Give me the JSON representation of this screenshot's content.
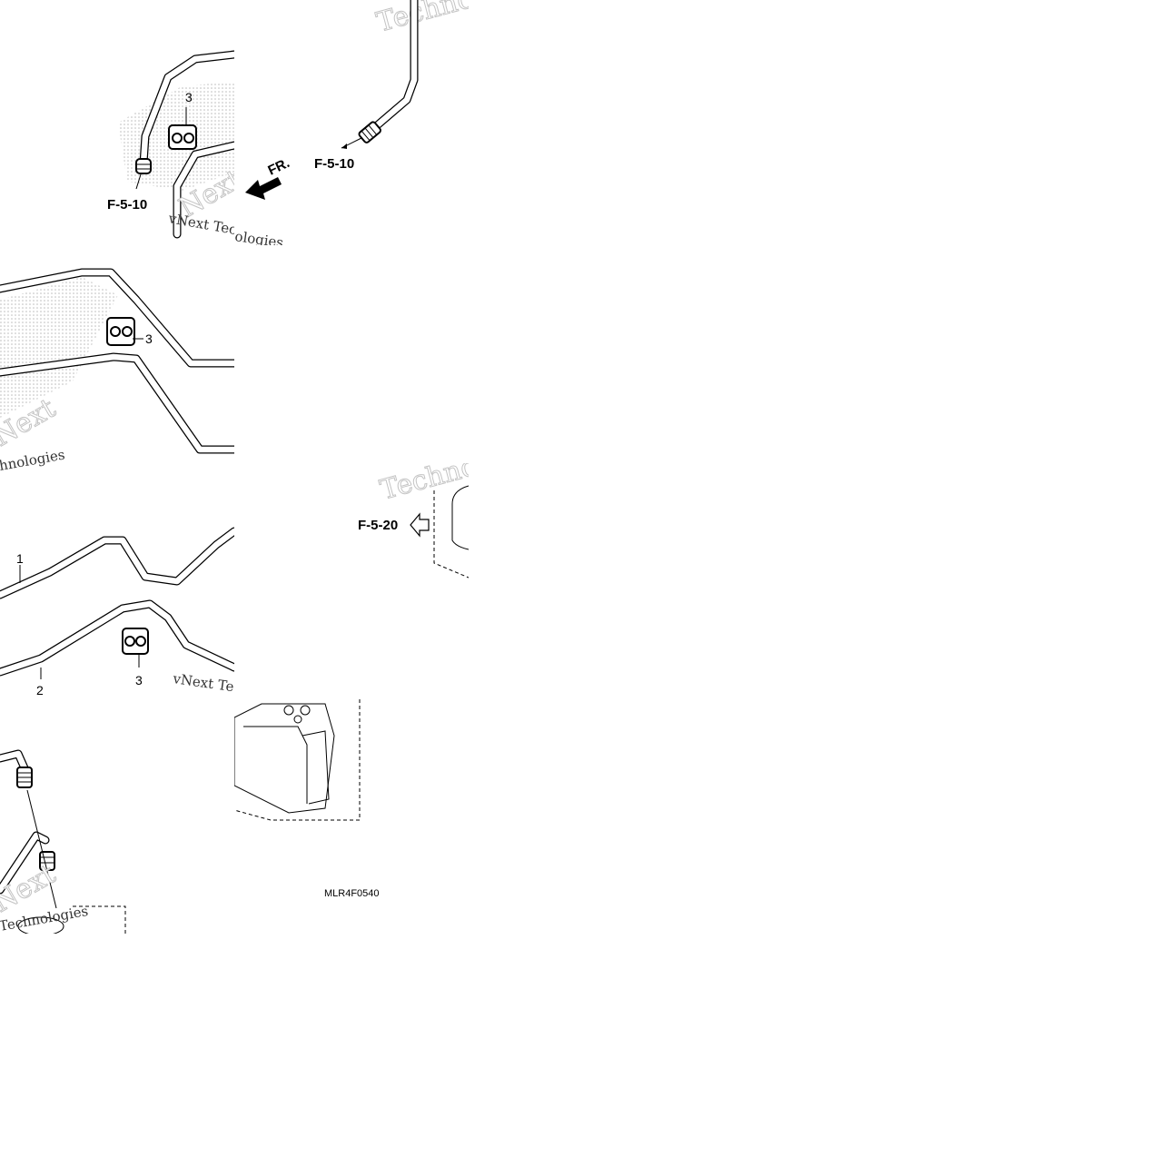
{
  "callouts": {
    "ref_top_left": "F-5-10",
    "ref_top_right": "F-5-10",
    "ref_mid": "F-5-20",
    "front_label": "FR."
  },
  "parts": {
    "clip_a": "3",
    "clip_b": "3",
    "clip_c": "3",
    "pipe_1": "1",
    "pipe_2": "2"
  },
  "figure_code": "MLR4F0540",
  "watermarks": {
    "w1": "Techno",
    "w2": "vNext Tec",
    "w3": "ologies",
    "w4": "Next",
    "w5": "hnologies",
    "w6": "Techno",
    "w7": "vNext Tec",
    "w8": "Next",
    "w9": "Technologies"
  }
}
